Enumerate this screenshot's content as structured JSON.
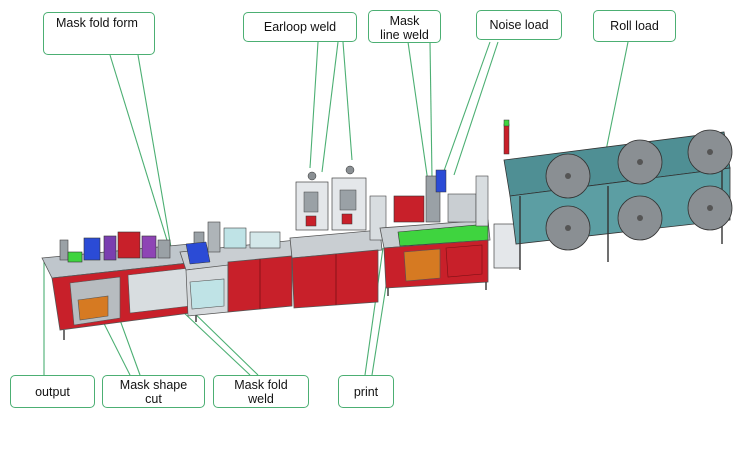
{
  "diagram": {
    "labels": {
      "mask_fold_form": "Mask fold form",
      "earloop_weld": "Earloop weld",
      "mask_line_weld": "Mask line weld",
      "noise_load": "Noise load",
      "roll_load": "Roll load",
      "output": "output",
      "mask_shape_cut": "Mask shape cut",
      "mask_fold_weld": "Mask fold weld",
      "print": "print"
    },
    "colors": {
      "leader_line": "#4caf73",
      "frame_red": "#c8202a",
      "frame_grey": "#9aa1a6",
      "conveyor_teal": "#4f8f94",
      "roll_grey": "#8a8f93",
      "accent_green": "#3fd43f",
      "accent_blue": "#2b4bd6",
      "accent_orange": "#d67a22"
    }
  }
}
